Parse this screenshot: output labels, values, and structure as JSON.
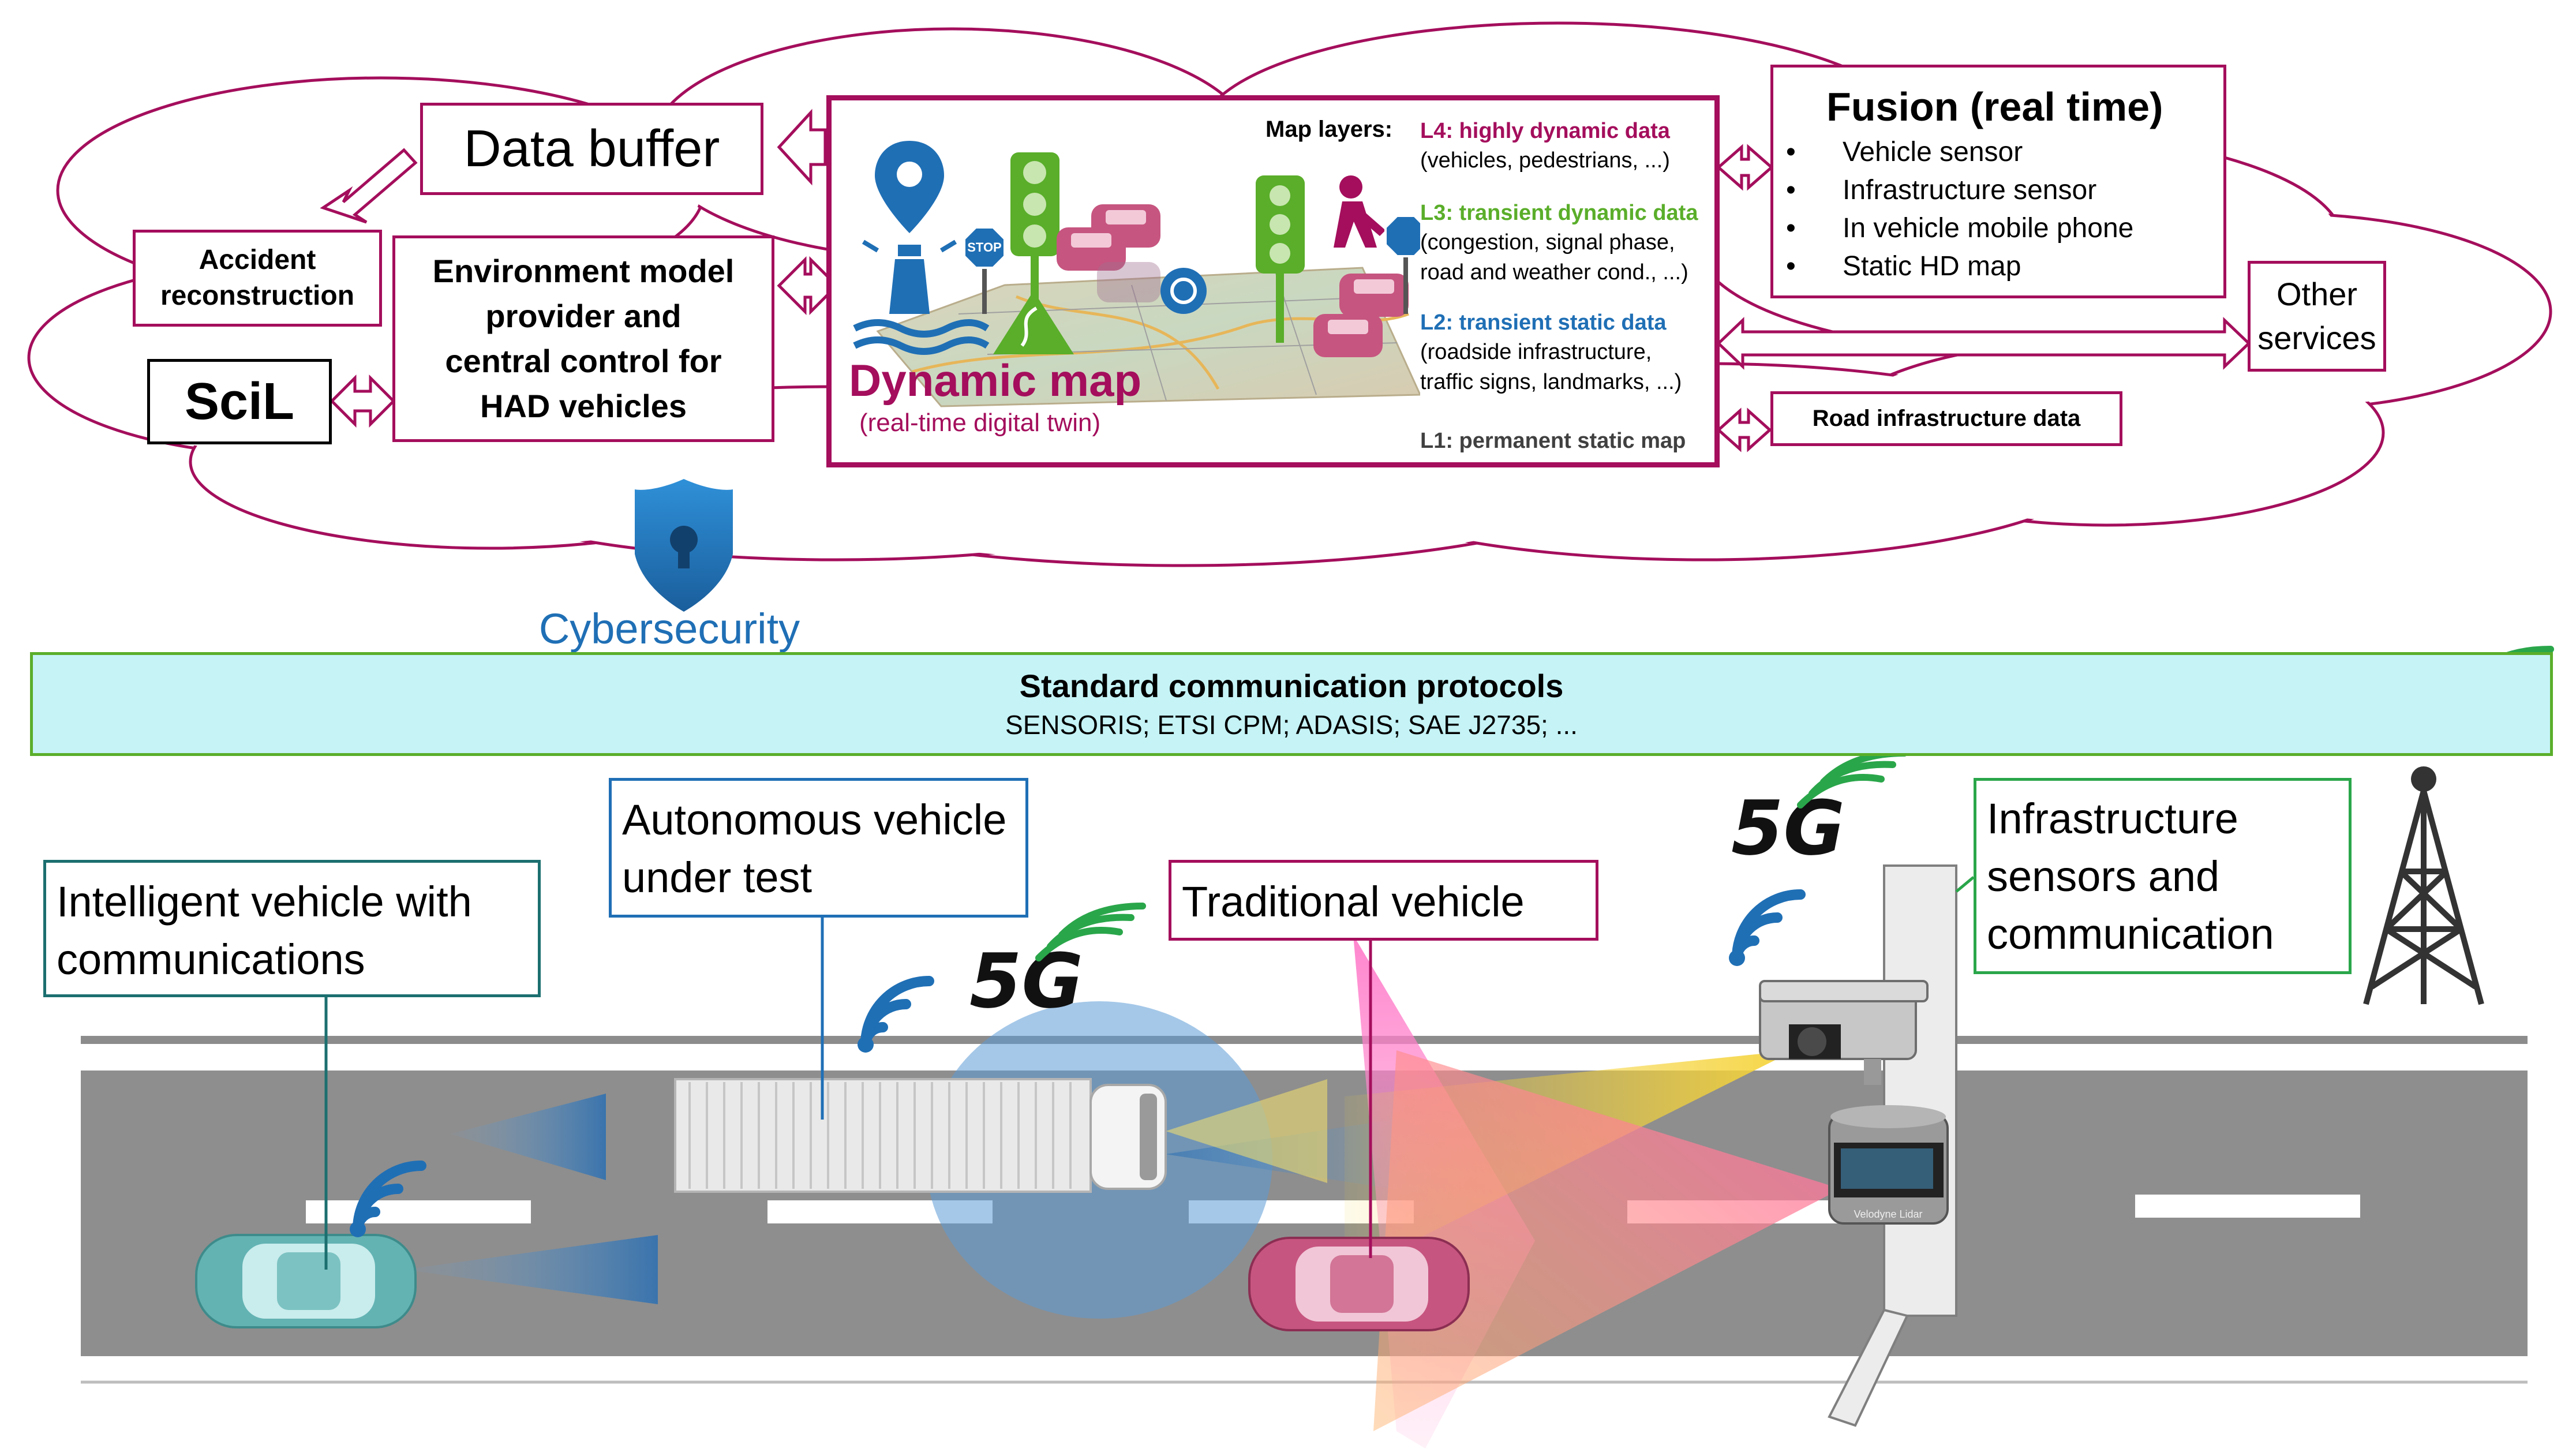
{
  "cloud": {
    "data_buffer": "Data buffer",
    "accident_reconstruction": [
      "Accident",
      "reconstruction"
    ],
    "environment_model": [
      "Environment model",
      "provider and",
      "central control for",
      "HAD vehicles"
    ],
    "scil": "SciL",
    "cybersecurity": "Cybersecurity",
    "fusion": {
      "title": "Fusion (real time)",
      "items": [
        "Vehicle sensor",
        "Infrastructure sensor",
        "In vehicle mobile phone",
        "Static HD map"
      ]
    },
    "other_services": [
      "Other",
      "services"
    ],
    "road_infrastructure_data": "Road infrastructure data"
  },
  "dynamic_map": {
    "title": "Dynamic map",
    "subtitle": "(real-time digital twin)",
    "map_layers_label": "Map layers:",
    "layers": [
      {
        "heading": "L4: highly dynamic data",
        "lines": [
          "(vehicles, pedestrians, ...)"
        ],
        "color": "#a40e5c"
      },
      {
        "heading": "L3: transient dynamic data",
        "lines": [
          "(congestion, signal phase,",
          "road and weather cond., ...)"
        ],
        "color": "#5aae2a"
      },
      {
        "heading": "L2: transient static data",
        "lines": [
          "(roadside infrastructure,",
          "traffic signs, landmarks, ...)"
        ],
        "color": "#1f6fb5"
      },
      {
        "heading": "L1: permanent static map",
        "lines": [],
        "color": "#404040"
      }
    ],
    "stop_sign": "STOP"
  },
  "protocol_bar": {
    "title": "Standard communication protocols",
    "subtitle": "SENSORIS; ETSI CPM; ADASIS; SAE J2735; ..."
  },
  "labels": {
    "intelligent_vehicle": [
      "Intelligent vehicle with",
      "communications"
    ],
    "autonomous_vehicle": [
      "Autonomous vehicle",
      "under test"
    ],
    "traditional_vehicle": "Traditional vehicle",
    "infrastructure": [
      "Infrastructure",
      "sensors and",
      "communication"
    ],
    "five_g": "5G",
    "lidar_brand": "Velodyne Lidar"
  },
  "colors": {
    "magenta": "#a40e5c",
    "blue": "#1f6fb5",
    "green": "#2aa64a",
    "teal": "#1c6f6f",
    "protocol_fill": "#c5f3f6"
  }
}
